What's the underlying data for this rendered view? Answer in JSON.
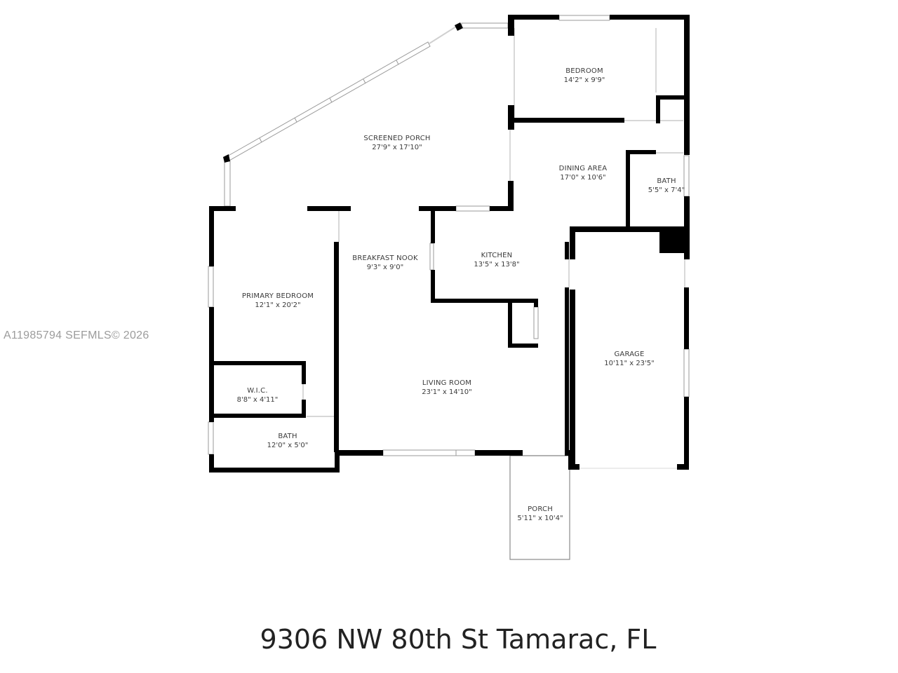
{
  "floorplan": {
    "address": "9306 NW 80th St Tamarac, FL",
    "watermark": "A11985794  SEFMLS© 2026",
    "wall_color": "#000000",
    "label_color": "#3a3a3a",
    "rooms": [
      {
        "id": "bedroom",
        "name": "BEDROOM",
        "dimensions": "14'2\" x 9'9\""
      },
      {
        "id": "screened-porch",
        "name": "SCREENED PORCH",
        "dimensions": "27'9\" x 17'10\""
      },
      {
        "id": "dining-area",
        "name": "DINING AREA",
        "dimensions": "17'0\" x 10'6\""
      },
      {
        "id": "bath-1",
        "name": "BATH",
        "dimensions": "5'5\" x 7'4\""
      },
      {
        "id": "breakfast-nook",
        "name": "BREAKFAST NOOK",
        "dimensions": "9'3\" x 9'0\""
      },
      {
        "id": "kitchen",
        "name": "KITCHEN",
        "dimensions": "13'5\" x 13'8\""
      },
      {
        "id": "primary-bedroom",
        "name": "PRIMARY BEDROOM",
        "dimensions": "12'1\" x 20'2\""
      },
      {
        "id": "garage",
        "name": "GARAGE",
        "dimensions": "10'11\" x 23'5\""
      },
      {
        "id": "wic",
        "name": "W.I.C.",
        "dimensions": "8'8\" x 4'11\""
      },
      {
        "id": "living-room",
        "name": "LIVING ROOM",
        "dimensions": "23'1\" x 14'10\""
      },
      {
        "id": "bath-2",
        "name": "BATH",
        "dimensions": "12'0\" x 5'0\""
      },
      {
        "id": "porch",
        "name": "PORCH",
        "dimensions": "5'11\" x 10'4\""
      }
    ]
  }
}
